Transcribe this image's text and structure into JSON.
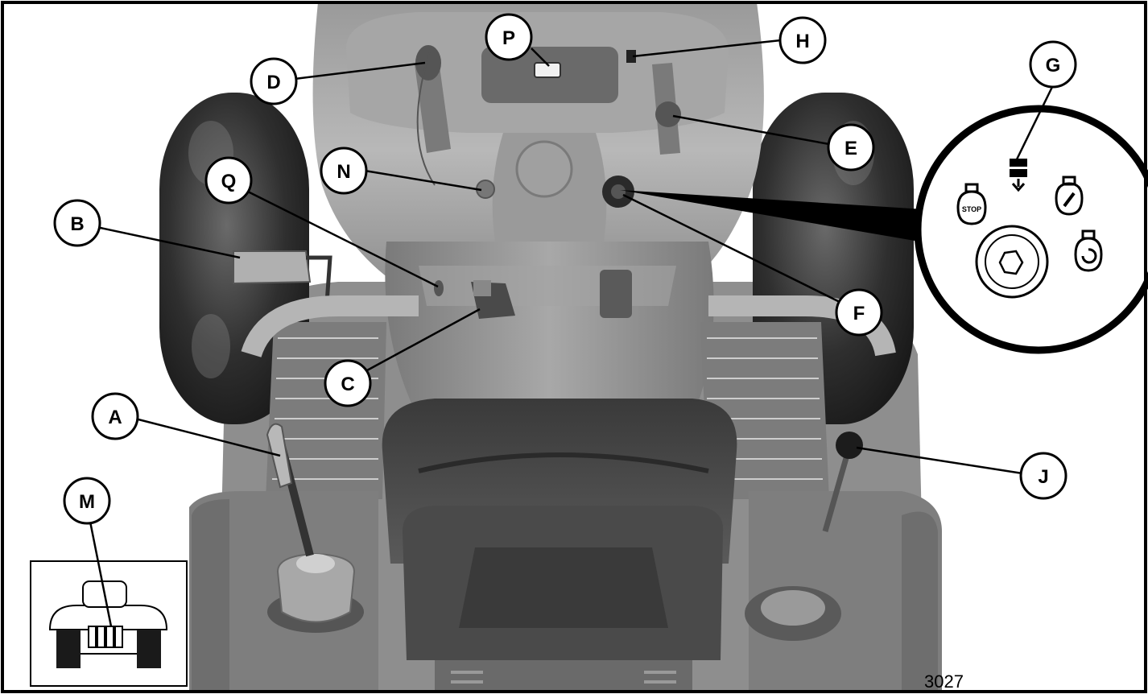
{
  "figure_number": "3027",
  "callouts": {
    "P": "P",
    "H": "H",
    "D": "D",
    "G": "G",
    "E": "E",
    "N": "N",
    "Q": "Q",
    "B": "B",
    "F": "F",
    "C": "C",
    "A": "A",
    "J": "J",
    "M": "M"
  },
  "ignition_inset": {
    "stop_label": "STOP"
  },
  "colors": {
    "background": "#ffffff",
    "frame": "#000000",
    "body_dark": "#4a4a4a",
    "body_mid": "#8a8a8a",
    "body_light": "#b8b8b8",
    "tire": "#2e2e2e",
    "callout_fill": "#ffffff",
    "callout_stroke": "#000000"
  }
}
